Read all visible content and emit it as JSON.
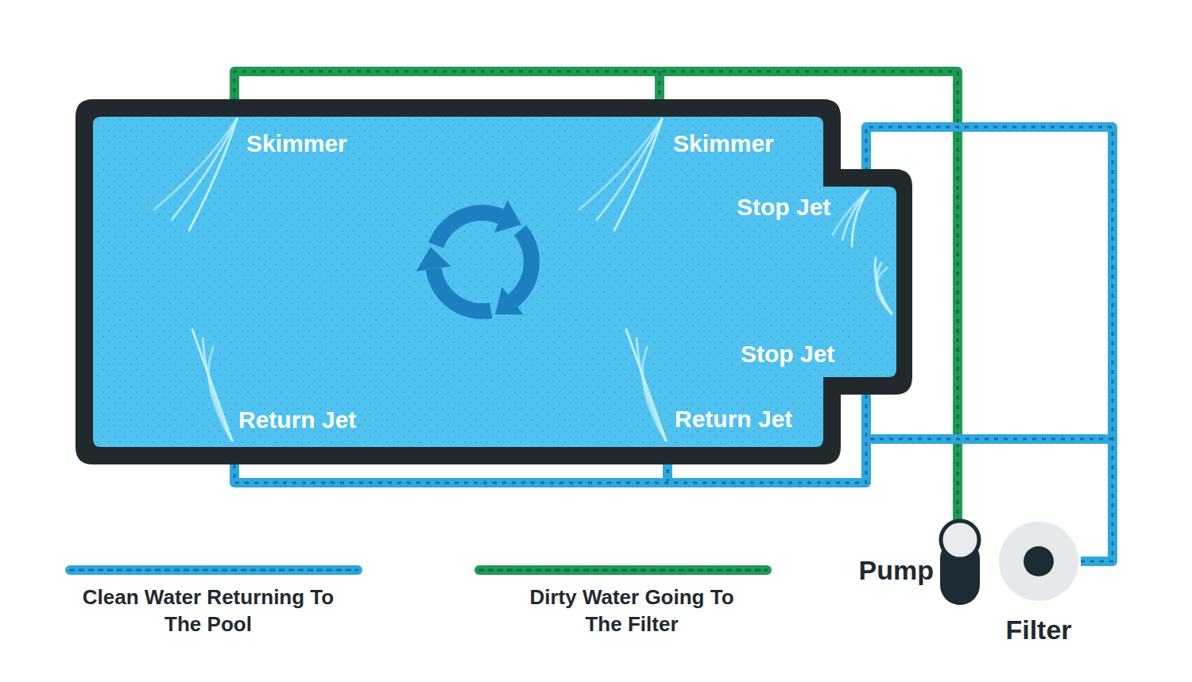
{
  "diagram": {
    "nodes": [
      {
        "text": [
          "Pump"
        ]
      },
      {
        "text": [
          "Filter"
        ]
      }
    ],
    "labels": [
      "Skimmer",
      "Skimmer",
      "Stop Jet",
      "Stop Jet",
      "Return Jet",
      "Return Jet"
    ],
    "legend": [
      {
        "text": "Clean Water Returning To The Pool"
      },
      {
        "text": "Dirty Water Going To The Filter"
      }
    ]
  }
}
